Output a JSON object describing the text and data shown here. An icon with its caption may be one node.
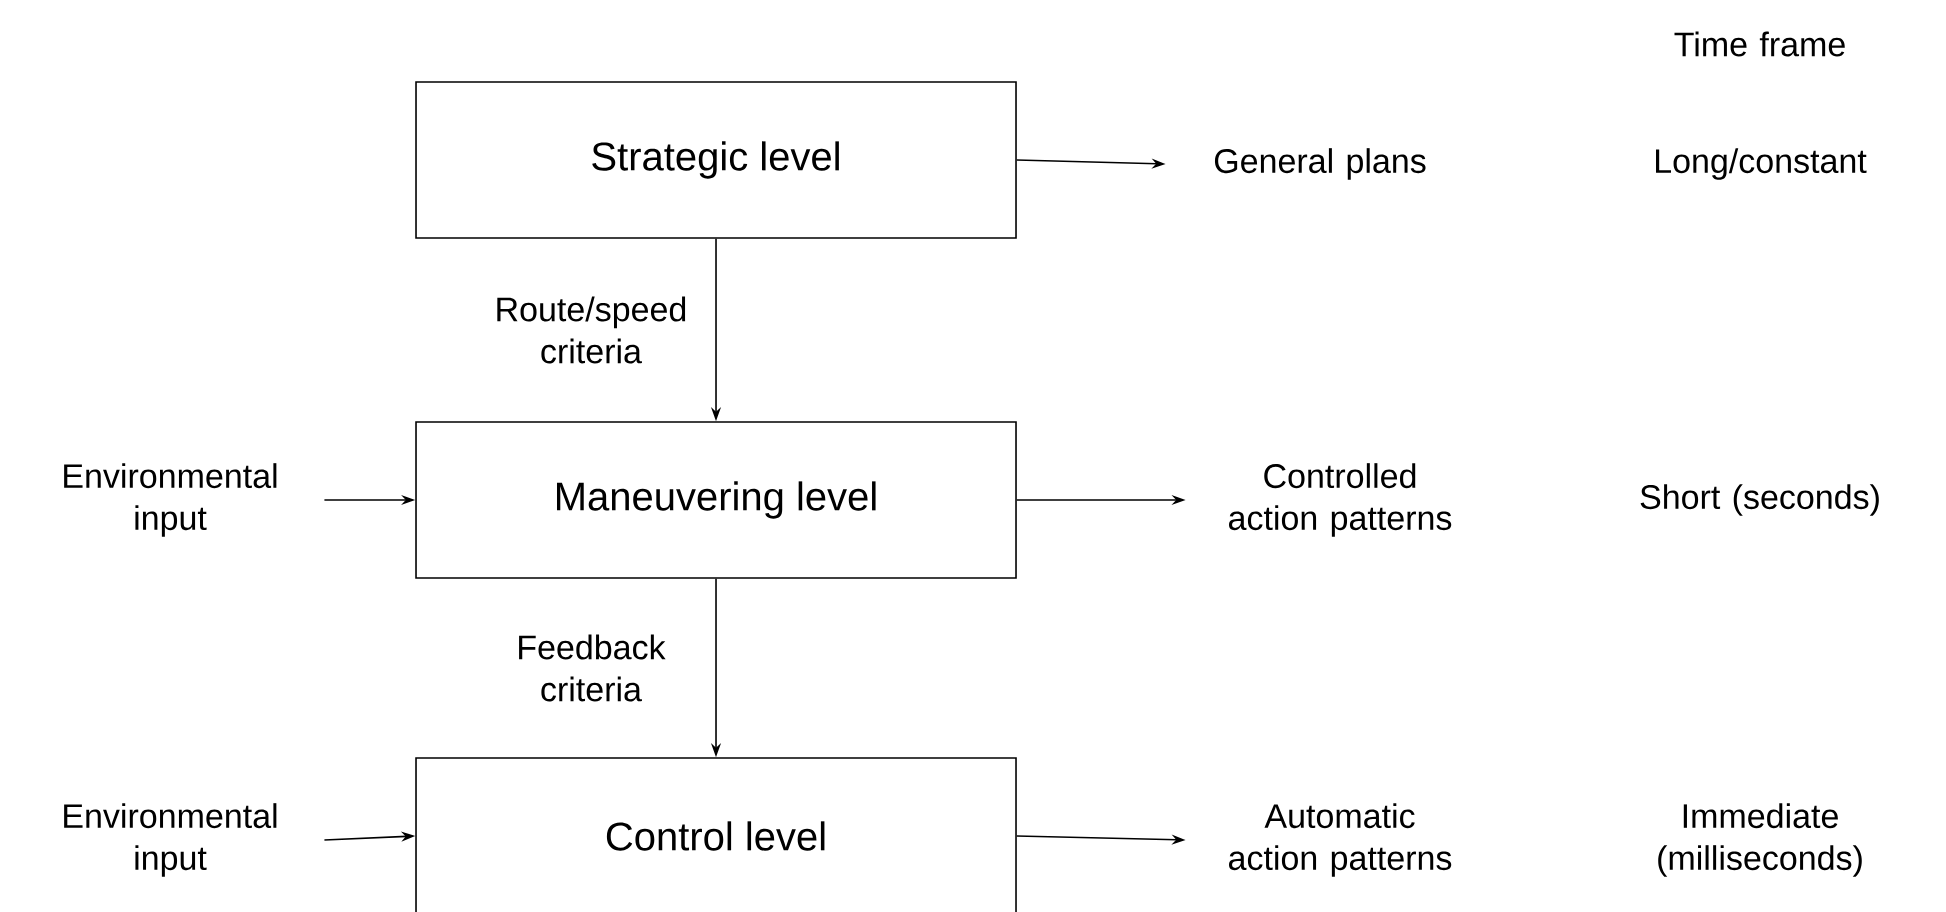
{
  "diagram": {
    "nodes": [
      {
        "text": [
          "Strategic level"
        ]
      },
      {
        "text": [
          "Maneuvering level"
        ]
      },
      {
        "text": [
          "Control level"
        ]
      },
      {
        "text": [
          "General plans"
        ]
      },
      {
        "text": [
          "Controlled action patterns"
        ]
      },
      {
        "text": [
          "Automatic action patterns"
        ]
      },
      {
        "text": [
          "Environmental input"
        ]
      },
      {
        "text": [
          "Environmental input"
        ]
      }
    ],
    "edges": [
      {
        "from": 0,
        "to": 3,
        "arrow": "to"
      },
      {
        "from": 1,
        "to": 4,
        "arrow": "to"
      },
      {
        "from": 2,
        "to": 5,
        "arrow": "to"
      },
      {
        "from": 6,
        "to": 1,
        "arrow": "to"
      },
      {
        "from": 7,
        "to": 2,
        "arrow": "to"
      },
      {
        "from": 0,
        "to": 1,
        "arrow": "to",
        "label": "Route/speed criteria"
      },
      {
        "from": 1,
        "to": 2,
        "arrow": "to",
        "label": "Feedback criteria"
      }
    ],
    "labels": [
      "Time frame",
      "Long/constant",
      "Short (seconds)",
      "Immediate (milliseconds)"
    ]
  }
}
